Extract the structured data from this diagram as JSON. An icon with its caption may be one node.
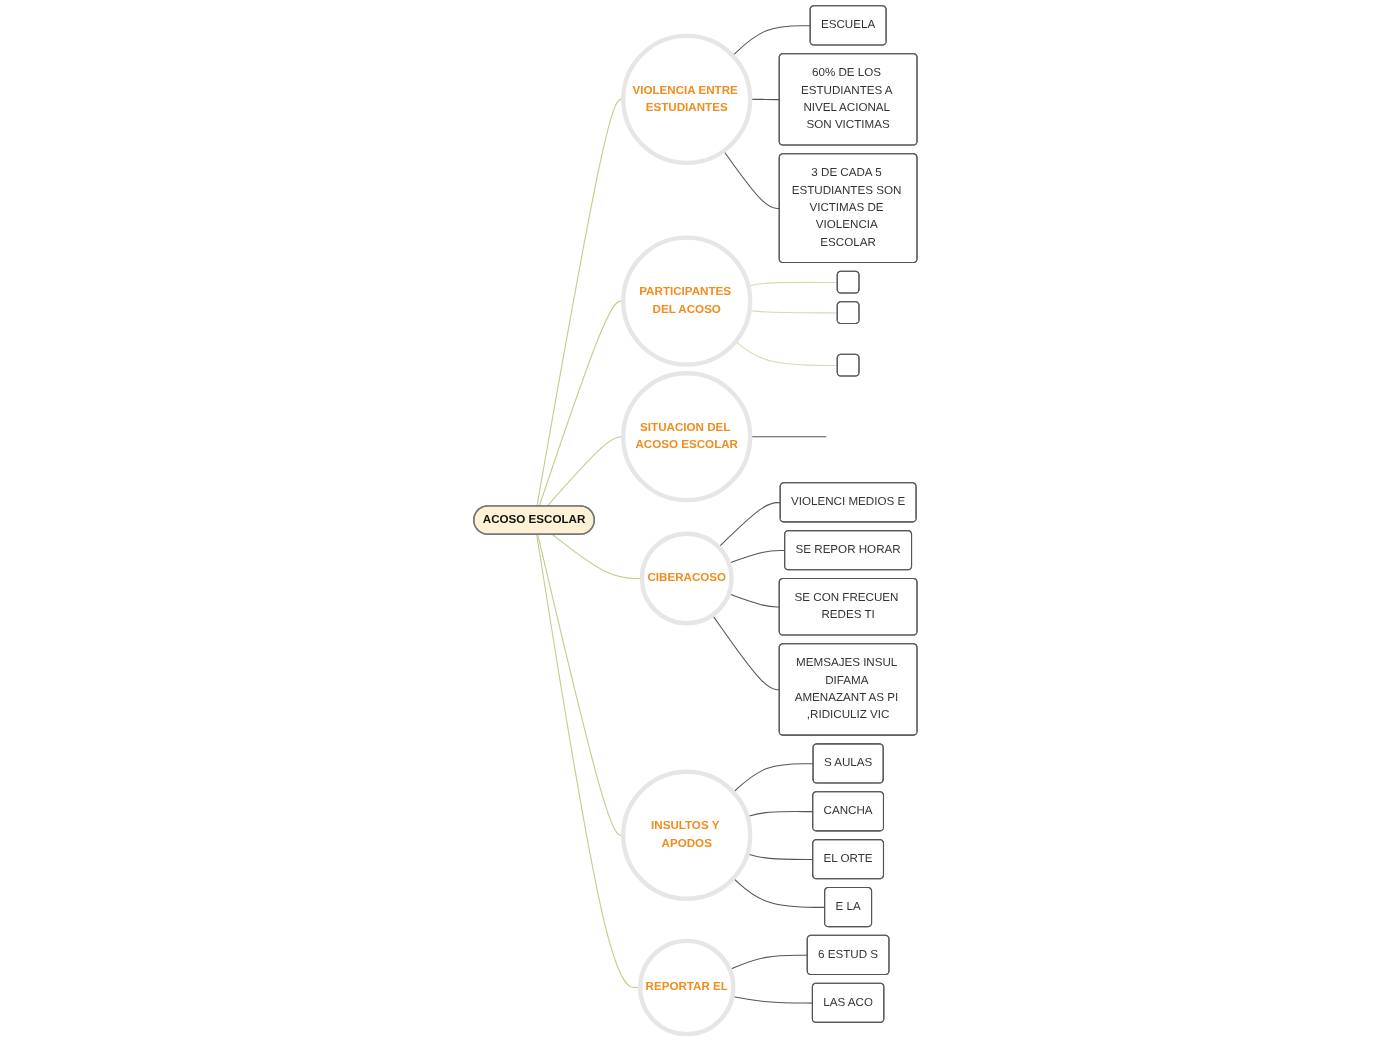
{
  "diagram": {
    "nodes": [
      {
        "text": [
          "ACOSO ESCOLAR"
        ]
      },
      {
        "text": [
          "VIOLENCIA ENTRE ESTUDIANTES"
        ]
      },
      {
        "text": [
          "ESCUELA"
        ]
      },
      {
        "text": [
          "60% DE LOS ESTUDIANTES A NIVEL ACIONAL SON VICTIMAS"
        ]
      },
      {
        "text": [
          "3 DE CADA 5 ESTUDIANTES SON VICTIMAS DE VIOLENCIA ESCOLAR"
        ]
      },
      {
        "text": [
          "PARTICIPANTES DEL ACOSO"
        ]
      },
      {
        "text": [],
        "shape": "box"
      },
      {
        "text": [],
        "shape": "box"
      },
      {
        "text": [],
        "shape": "box"
      },
      {
        "text": [
          "SITUACION DEL ACOSO ESCOLAR"
        ]
      },
      {
        "text": [
          "CIBERACOSO"
        ]
      },
      {
        "text": [
          "VIOLENCI MEDIOS E"
        ]
      },
      {
        "text": [
          "SE REPOR HORAR"
        ]
      },
      {
        "text": [
          "SE CON FRECUEN REDES TI"
        ]
      },
      {
        "text": [
          "MEMSAJES INSUL DIFAMA AMENAZANT AS PI ,RIDICULIZ VIC"
        ]
      },
      {
        "text": [
          "INSULTOS Y APODOS"
        ]
      },
      {
        "text": [
          "S AULAS"
        ]
      },
      {
        "text": [
          "CANCHA"
        ]
      },
      {
        "text": [
          "EL ORTE"
        ]
      },
      {
        "text": [
          "E LA"
        ]
      },
      {
        "text": [
          "REPORTAR EL"
        ]
      },
      {
        "text": [
          "6 ESTUD S"
        ]
      },
      {
        "text": [
          "LAS ACO"
        ]
      }
    ],
    "edges": [
      {
        "from": 0,
        "to": 1,
        "arrow": "none",
        "color": "#bccf8a"
      },
      {
        "from": 0,
        "to": 5,
        "arrow": "none",
        "color": "#bccf8a"
      },
      {
        "from": 0,
        "to": 9,
        "arrow": "none",
        "color": "#bccf8a"
      },
      {
        "from": 0,
        "to": 10,
        "arrow": "none",
        "color": "#bccf8a"
      },
      {
        "from": 0,
        "to": 15,
        "arrow": "none",
        "color": "#bccf8a"
      },
      {
        "from": 0,
        "to": 20,
        "arrow": "none",
        "color": "#bccf8a"
      },
      {
        "from": 1,
        "to": 2,
        "arrow": "none"
      },
      {
        "from": 1,
        "to": 3,
        "arrow": "none"
      },
      {
        "from": 1,
        "to": 4,
        "arrow": "none"
      },
      {
        "from": 5,
        "to": 6,
        "arrow": "none",
        "color": "#d4dcae"
      },
      {
        "from": 5,
        "to": 7,
        "arrow": "none",
        "color": "#d4dcae"
      },
      {
        "from": 5,
        "to": 8,
        "arrow": "none",
        "color": "#d4dcae"
      },
      {
        "from": 9,
        "to": null,
        "arrow": "none"
      },
      {
        "from": 10,
        "to": 11,
        "arrow": "none"
      },
      {
        "from": 10,
        "to": 12,
        "arrow": "none"
      },
      {
        "from": 10,
        "to": 13,
        "arrow": "none"
      },
      {
        "from": 10,
        "to": 14,
        "arrow": "none"
      },
      {
        "from": 15,
        "to": 16,
        "arrow": "none"
      },
      {
        "from": 15,
        "to": 17,
        "arrow": "none"
      },
      {
        "from": 15,
        "to": 18,
        "arrow": "none"
      },
      {
        "from": 15,
        "to": 19,
        "arrow": "none"
      },
      {
        "from": 20,
        "to": 21,
        "arrow": "none"
      },
      {
        "from": 20,
        "to": 22,
        "arrow": "none"
      }
    ]
  }
}
